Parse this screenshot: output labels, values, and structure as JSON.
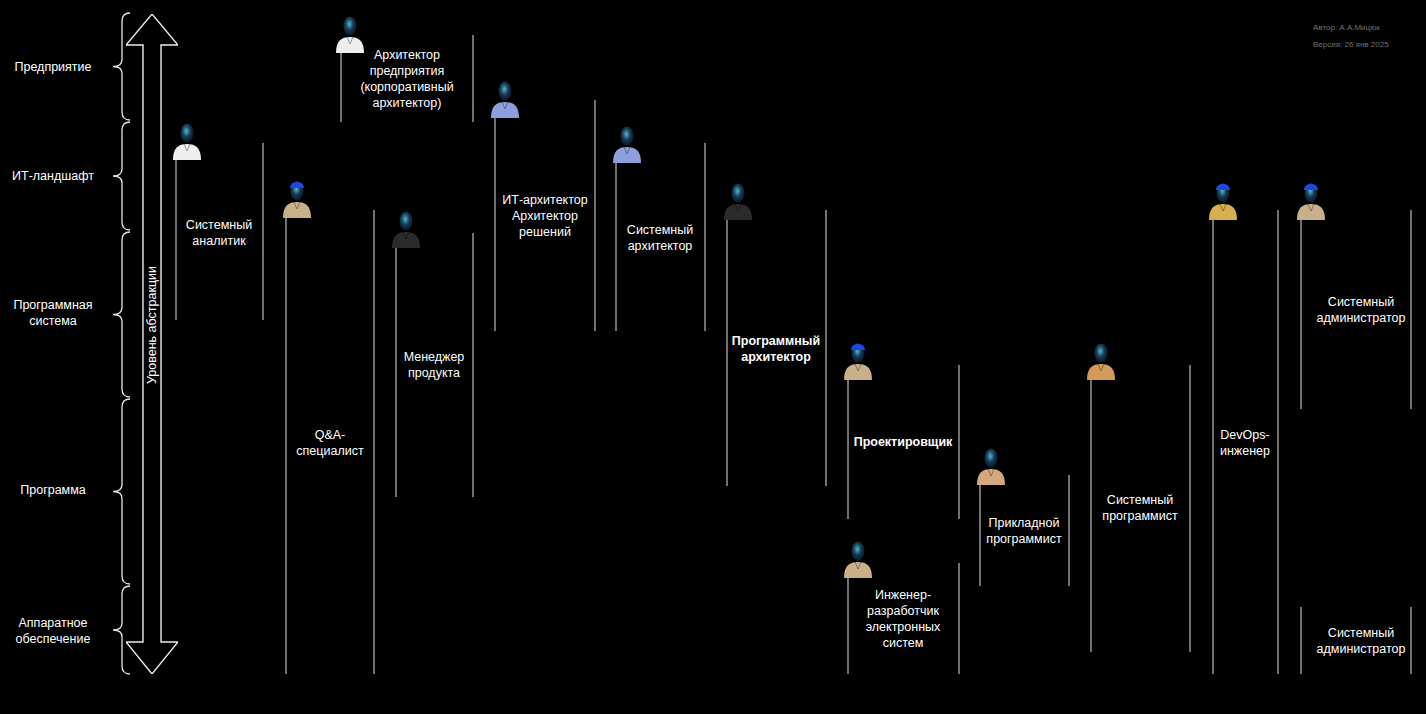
{
  "diagram": {
    "nodes": [
      {
        "text": [
          "Уровень абстракции"
        ]
      }
    ],
    "labels": [
      "Предприятие",
      "ИТ-ландшафт",
      "Программная система",
      "Программа",
      "Аппаратное обеспечение",
      "Архитектор предприятия (корпоративный архитектор)",
      "Системный аналитик",
      "Q&A-специалист",
      "Менеджер продукта",
      "ИТ-архитектор Архитектор решений",
      "Системный архитектор",
      "Программный архитектор",
      "Проектировщик",
      "Инженер-разработчик электронных систем",
      "Прикладной программист",
      "Системный программист",
      "DevOps-инженер",
      "Системный администратор",
      "Системный администратор",
      "Автор: А.А.Мицюк",
      "Версия: 26 янв 2025"
    ]
  }
}
